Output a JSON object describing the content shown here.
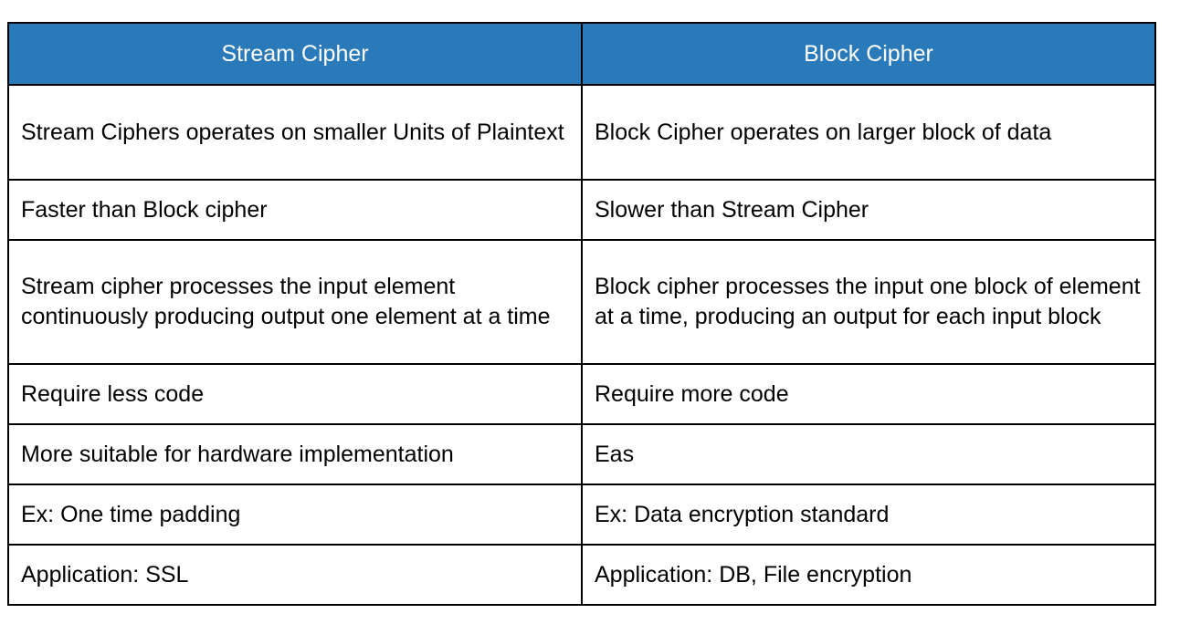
{
  "table": {
    "title": "Stream Cipher vs Block Cipher comparison",
    "header_background": "#2a7ab9",
    "header_text_color": "#ffffff",
    "border_color": "#000000",
    "columns": [
      {
        "label": "Stream Cipher"
      },
      {
        "label": "Block Cipher"
      }
    ],
    "rows": [
      {
        "left": "Stream Ciphers operates on smaller Units of Plaintext",
        "right": "Block Cipher operates on larger block of data"
      },
      {
        "left": "Faster than Block cipher",
        "right": "Slower than Stream Cipher"
      },
      {
        "left": "Stream cipher processes the input element continuously producing output one element at a time",
        "right": "Block cipher processes the input one block of element at a time, producing an output for each input block"
      },
      {
        "left": "Require less code",
        "right": "Require more code"
      },
      {
        "left": "More suitable for hardware implementation",
        "right": "Eas"
      },
      {
        "left": "Ex: One time padding",
        "right": "Ex: Data encryption standard"
      },
      {
        "left": "Application: SSL",
        "right": "Application: DB, File encryption"
      }
    ]
  }
}
